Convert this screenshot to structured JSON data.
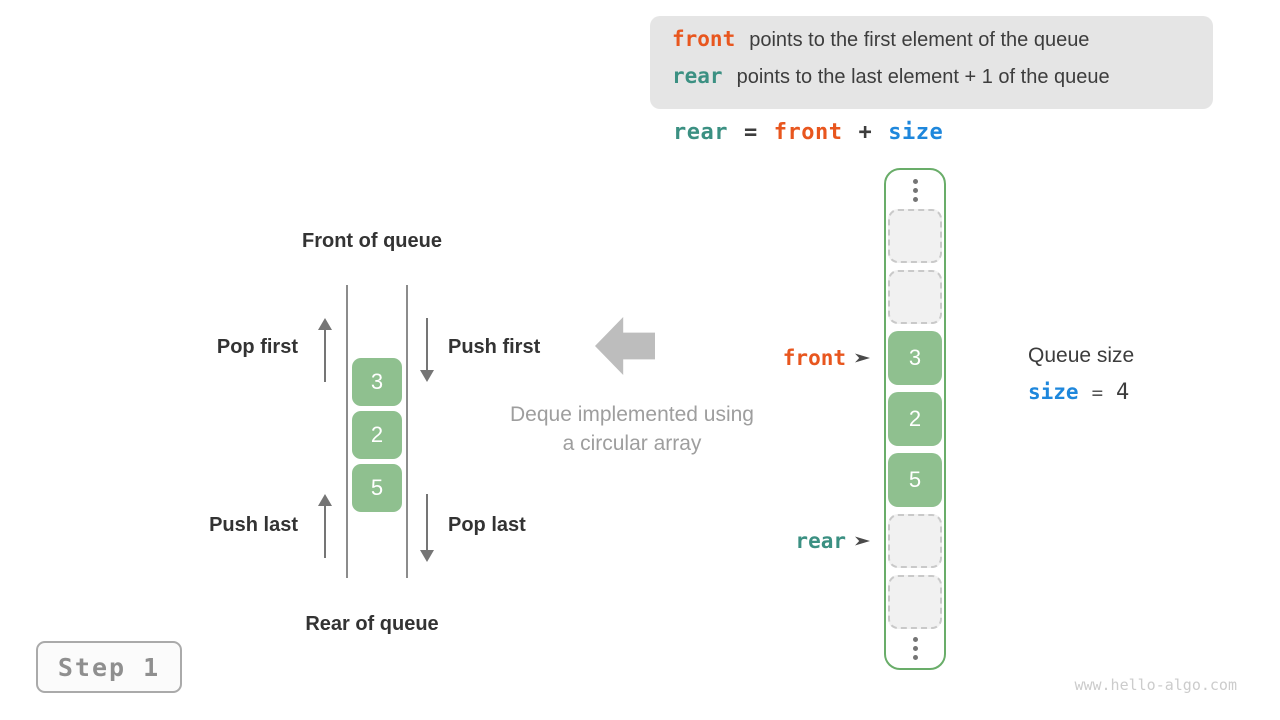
{
  "colors": {
    "orange": "#e8561e",
    "teal": "#3b9082",
    "blue": "#1e87dc",
    "green_fill": "#8fc08f",
    "green_border": "#69ad69",
    "text_dark": "#3d3d3d",
    "caption_gray": "#9e9e9e",
    "info_box_bg": "#e5e5e5"
  },
  "info_box": {
    "lines": [
      {
        "token": "front",
        "text": "points to the first element of the queue"
      },
      {
        "token": "rear",
        "text": "points to the last element + 1 of the queue"
      }
    ]
  },
  "formula": {
    "tokens": [
      {
        "text": "rear"
      },
      {
        "text": "="
      },
      {
        "text": "front"
      },
      {
        "text": "+"
      },
      {
        "text": "size"
      }
    ]
  },
  "queue_diagram": {
    "front_label": "Front of queue",
    "rear_label": "Rear of queue",
    "op_labels": {
      "pop_first": "Pop first",
      "push_first": "Push first",
      "push_last": "Push last",
      "pop_last": "Pop last"
    },
    "elements": [
      "3",
      "2",
      "5"
    ]
  },
  "caption": {
    "line1": "Deque implemented using",
    "line2": "a circular array"
  },
  "array": {
    "cells": [
      {
        "type": "dots"
      },
      {
        "type": "empty"
      },
      {
        "type": "empty"
      },
      {
        "type": "value",
        "value": "3"
      },
      {
        "type": "value",
        "value": "2"
      },
      {
        "type": "value",
        "value": "5"
      },
      {
        "type": "empty"
      },
      {
        "type": "empty"
      },
      {
        "type": "dots"
      }
    ],
    "front_pointer": "front",
    "rear_pointer": "rear"
  },
  "size_info": {
    "title": "Queue size",
    "var": "size",
    "eq": "=",
    "value": "4"
  },
  "step_badge": "Step 1",
  "watermark": "www.hello-algo.com"
}
